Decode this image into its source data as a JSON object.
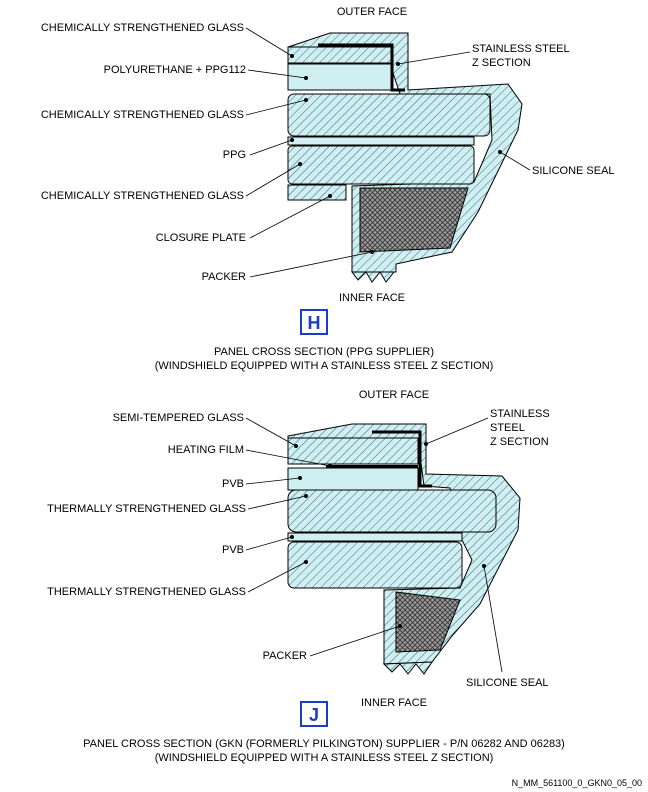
{
  "colors": {
    "fill": "#cfeff2",
    "hatch": "#2a5a66",
    "badge": "#1a3cc8",
    "packer": "#555555"
  },
  "section_h": {
    "outer_face": "OUTER FACE",
    "inner_face": "INNER FACE",
    "labels": {
      "glass_top": "CHEMICALLY STRENGTHENED GLASS",
      "polyurethane": "POLYURETHANE + PPG112",
      "glass_mid": "CHEMICALLY STRENGTHENED GLASS",
      "ppg": "PPG",
      "glass_bottom": "CHEMICALLY STRENGTHENED GLASS",
      "closure_plate": "CLOSURE PLATE",
      "packer": "PACKER",
      "steel_z": [
        "STAINLESS STEEL",
        "Z SECTION"
      ],
      "silicone_seal": "SILICONE SEAL"
    },
    "badge": "H",
    "caption": [
      "PANEL CROSS SECTION (PPG SUPPLIER)",
      "(WINDSHIELD EQUIPPED WITH A STAINLESS STEEL Z SECTION)"
    ]
  },
  "section_j": {
    "outer_face": "OUTER FACE",
    "inner_face": "INNER FACE",
    "labels": {
      "semi_glass": "SEMI-TEMPERED GLASS",
      "heating_film": "HEATING FILM",
      "pvb_top": "PVB",
      "thermal_glass_top": "THERMALLY STRENGTHENED GLASS",
      "pvb_bottom": "PVB",
      "thermal_glass_bottom": "THERMALLY STRENGTHENED GLASS",
      "packer": "PACKER",
      "steel_z": [
        "STAINLESS",
        "STEEL",
        "Z SECTION"
      ],
      "silicone_seal": "SILICONE SEAL"
    },
    "badge": "J",
    "caption": [
      "PANEL CROSS SECTION (GKN (FORMERLY PILKINGTON) SUPPLIER - P/N 06282 AND 06283)",
      "(WINDSHIELD EQUIPPED WITH A STAINLESS STEEL Z SECTION)"
    ]
  },
  "reference": "N_MM_561100_0_GKN0_05_00"
}
